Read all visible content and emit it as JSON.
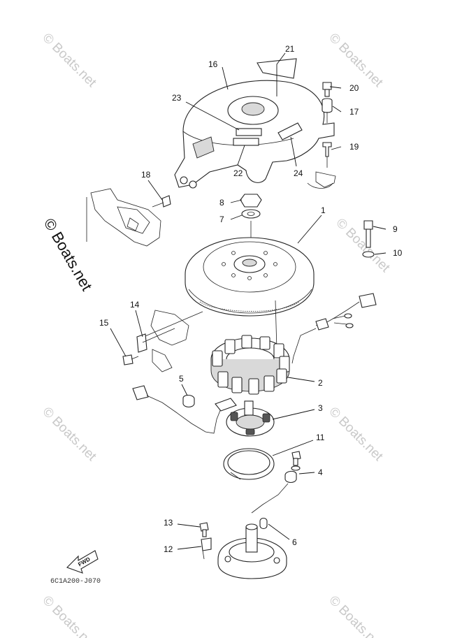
{
  "watermark": "© Boats.net",
  "side_watermark": "© Boats.net",
  "drawing_code": "6C1A200-J070",
  "fwd_label": "FWD",
  "callouts": {
    "c1": "1",
    "c2": "2",
    "c3": "3",
    "c4": "4",
    "c5": "5",
    "c6": "6",
    "c7": "7",
    "c8": "8",
    "c9": "9",
    "c10": "10",
    "c11": "11",
    "c12": "12",
    "c13": "13",
    "c14": "14",
    "c15": "15",
    "c16": "16",
    "c17": "17",
    "c18": "18",
    "c19": "19",
    "c20": "20",
    "c21": "21",
    "c22": "22",
    "c23": "23",
    "c24": "24"
  }
}
